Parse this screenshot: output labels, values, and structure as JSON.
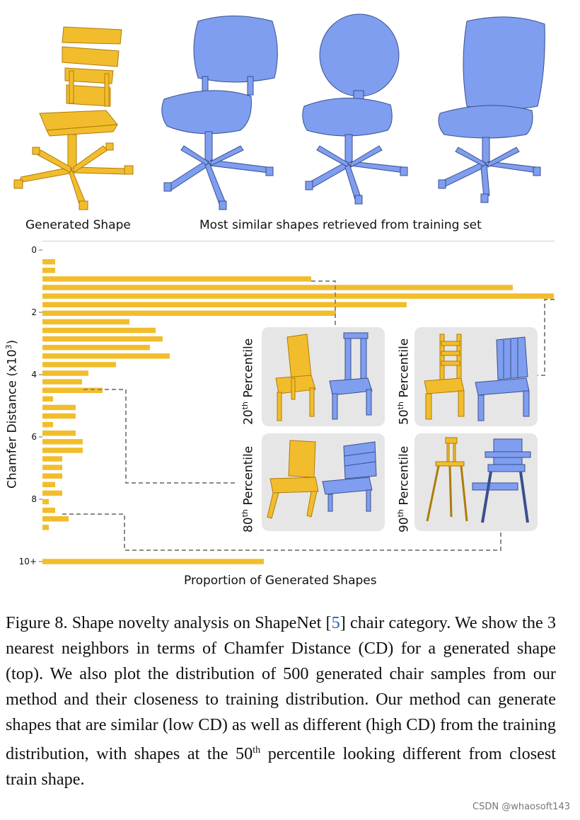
{
  "top_labels": {
    "generated": "Generated Shape",
    "retrieved": "Most similar shapes retrieved from training set"
  },
  "colors": {
    "gold": "#f2bd2c",
    "gold_dark": "#c88a10",
    "blue": "#7f9ef0",
    "blue_dark": "#3a4f8f",
    "inset_bg": "#e6e6e6",
    "dashed": "#8a8a8a"
  },
  "chart_data": {
    "type": "bar",
    "orientation": "horizontal",
    "xlabel": "Proportion of Generated Shapes",
    "ylabel": "Chamfer Distance (x10",
    "ylabel_sup": "3",
    "ylabel_end": ")",
    "y_ticks": [
      "0",
      "2",
      "4",
      "6",
      "8",
      "10+"
    ],
    "y_tick_values": [
      0,
      2,
      4,
      6,
      8,
      10
    ],
    "ylim": [
      0,
      10
    ],
    "x_axis_ticks_shown": false,
    "bin_width": 0.25,
    "bins": [
      0.25,
      0.5,
      0.75,
      1.0,
      1.25,
      1.5,
      1.75,
      2.0,
      2.25,
      2.5,
      2.75,
      3.0,
      3.25,
      3.5,
      3.75,
      4.0,
      4.25,
      4.5,
      4.75,
      5.0,
      5.25,
      5.5,
      5.75,
      6.0,
      6.25,
      6.5,
      6.75,
      7.0,
      7.25,
      7.5,
      7.75,
      8.0,
      8.25,
      8.5,
      8.75,
      9.0,
      9.25,
      9.5,
      10.0
    ],
    "values": [
      18,
      18,
      380,
      665,
      723,
      515,
      415,
      123,
      160,
      170,
      152,
      180,
      104,
      65,
      56,
      85,
      15,
      47,
      47,
      15,
      47,
      57,
      57,
      28,
      28,
      28,
      18,
      28,
      9,
      18,
      37,
      9,
      313
    ],
    "values_note_unused": ""
  },
  "percentile_labels": {
    "p20": {
      "num": "20",
      "sup": "th",
      "word": " Percentile"
    },
    "p50": {
      "num": "50",
      "sup": "th",
      "word": " Percentile"
    },
    "p80": {
      "num": "80",
      "sup": "th",
      "word": " Percentile"
    },
    "p90": {
      "num": "90",
      "sup": "th",
      "word": " Percentile"
    }
  },
  "caption": {
    "part1": "Figure 8.  Shape novelty analysis on ShapeNet [",
    "ref": "5",
    "part2": "] chair category. We show the 3 nearest neighbors in terms of Chamfer Distance (CD) for a generated shape (top). We also plot the distribution of 500 generated chair samples from our method and their closeness to training distribution. Our method can generate shapes that are similar (low CD) as well as different (high CD) from the training distribution, with shapes at the 50",
    "sup": "th",
    "part3": " percentile looking different from closest train shape."
  },
  "watermark": "CSDN @whaosoft143"
}
